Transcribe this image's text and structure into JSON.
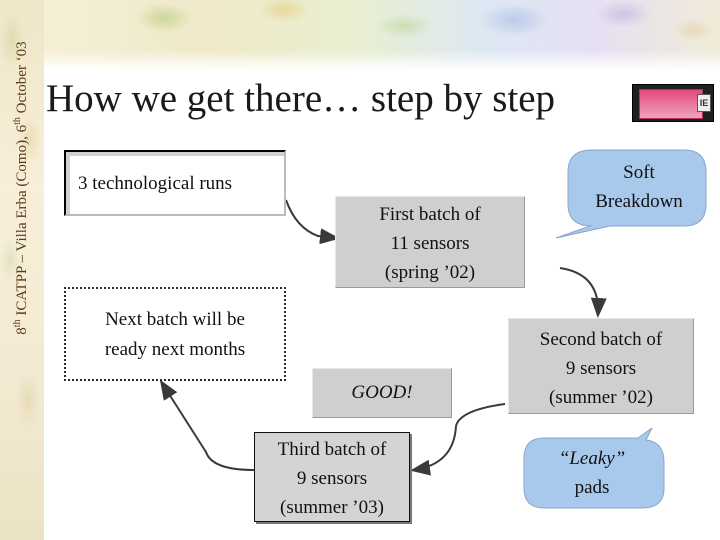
{
  "sidebar": {
    "ordinal_number": "8",
    "ordinal_suffix": "th",
    "conference_text": " ICATPP – Villa Erba (Como), ",
    "day_number": "6",
    "day_suffix": "th",
    "date_text": " October ‘03"
  },
  "slide": {
    "title": "How we get there… step by step",
    "boxes": {
      "runs": "3 technological runs",
      "first": [
        "First batch of",
        "11 sensors",
        "(spring ’02)"
      ],
      "next": [
        "Next batch will be",
        "ready next months"
      ],
      "good": "GOOD!",
      "third": [
        "Third batch of",
        "9 sensors",
        "(summer ’03)"
      ],
      "second": [
        "Second batch of",
        "9 sensors",
        "(summer ’02)"
      ]
    },
    "callouts": {
      "soft": [
        "Soft",
        "Breakdown"
      ],
      "leaky": [
        "“Leaky”",
        "pads"
      ]
    }
  },
  "colors": {
    "box_fill": "#cfcfcf",
    "callout_fill": "#a8c8ec",
    "logo_pink": "#e14b7a",
    "connector": "#3a3a3a"
  }
}
